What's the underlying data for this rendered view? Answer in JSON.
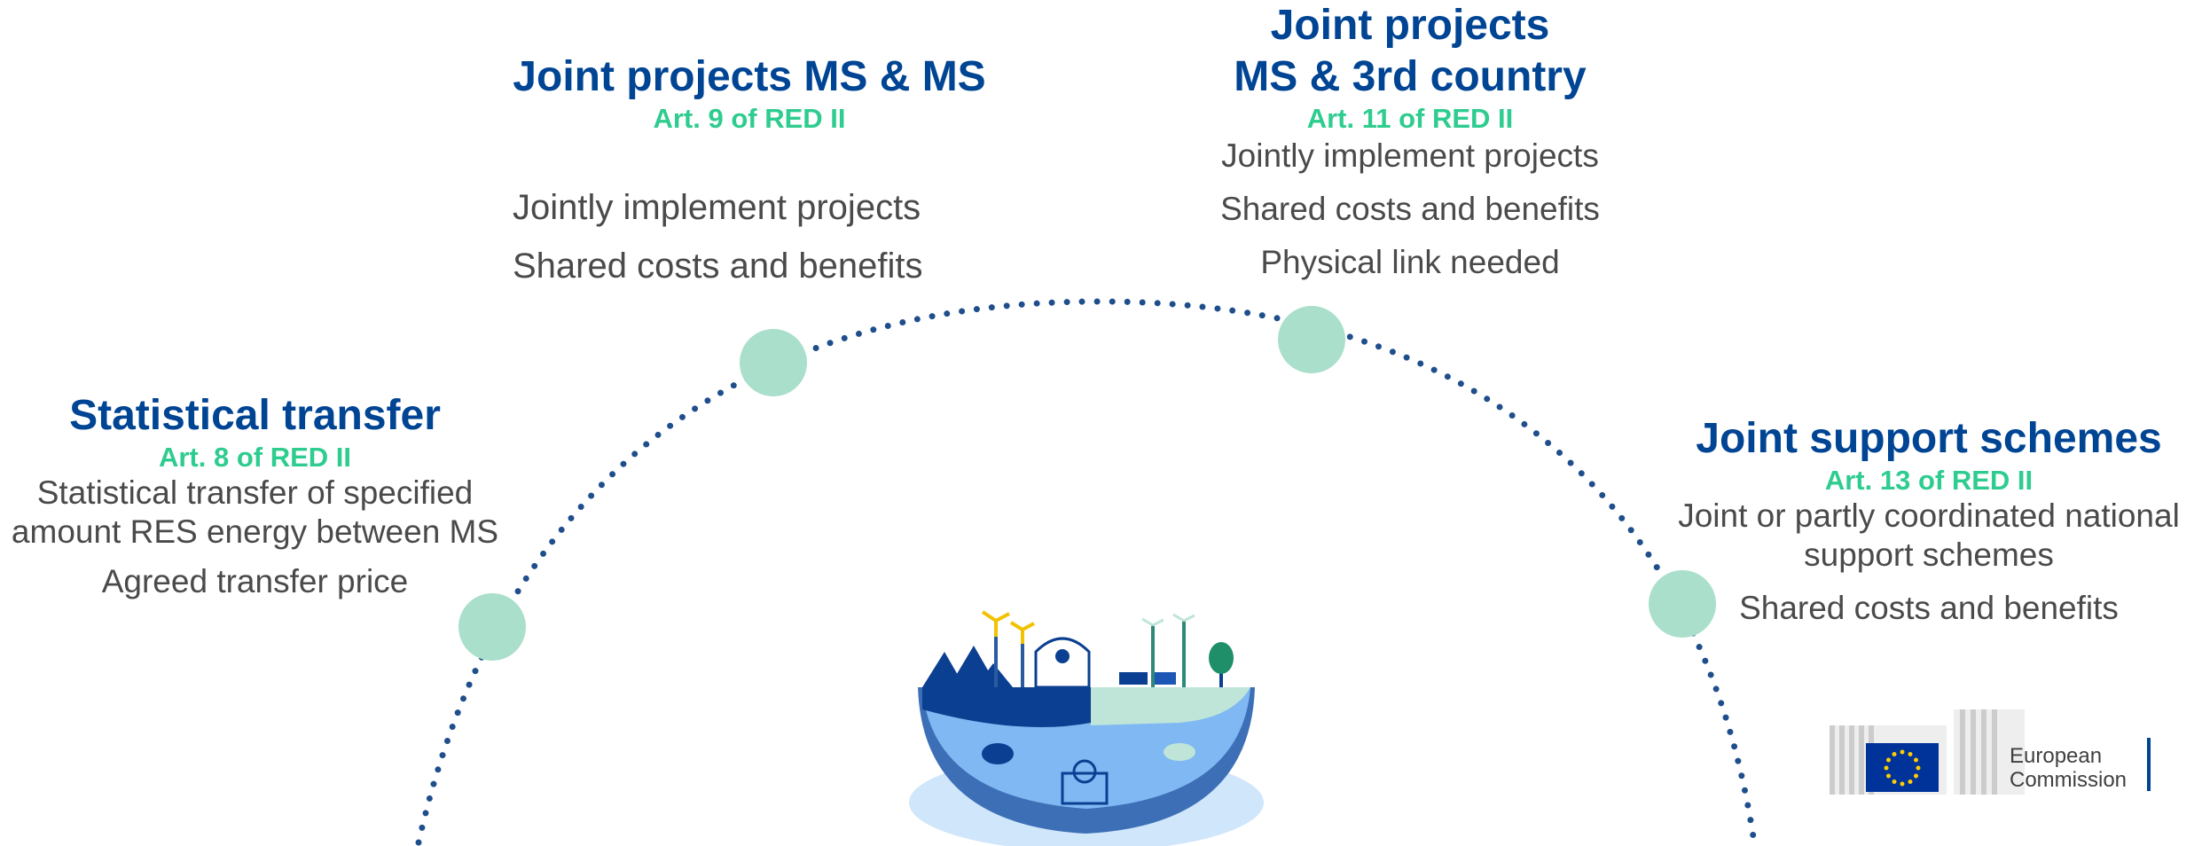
{
  "blocks": [
    {
      "id": "statistical-transfer",
      "title": "Statistical transfer",
      "article": "Art. 8 of RED II",
      "lines": [
        "Statistical transfer of specified",
        "amount RES energy between MS",
        "Agreed transfer price"
      ]
    },
    {
      "id": "joint-projects-ms-ms",
      "title": "Joint projects MS & MS",
      "article": "Art. 9 of RED II",
      "lines": [
        "Jointly implement projects",
        "Shared costs and benefits"
      ]
    },
    {
      "id": "joint-projects-3rd-country",
      "title_line1": "Joint projects",
      "title_line2": "MS & 3rd country",
      "article": "Art. 11 of RED II",
      "lines": [
        "Jointly implement projects",
        "Shared costs and benefits",
        "Physical link needed"
      ]
    },
    {
      "id": "joint-support-schemes",
      "title": "Joint support schemes",
      "article": "Art. 13 of RED II",
      "lines": [
        "Joint or partly coordinated national",
        "support schemes",
        "Shared costs and benefits"
      ]
    }
  ],
  "logo": {
    "line1": "European",
    "line2": "Commission"
  },
  "colors": {
    "title": "#004494",
    "article": "#2ecc8f",
    "body_text": "#4a4a4a",
    "arc": "#1f4e8c",
    "node": "#a9dfcb"
  }
}
